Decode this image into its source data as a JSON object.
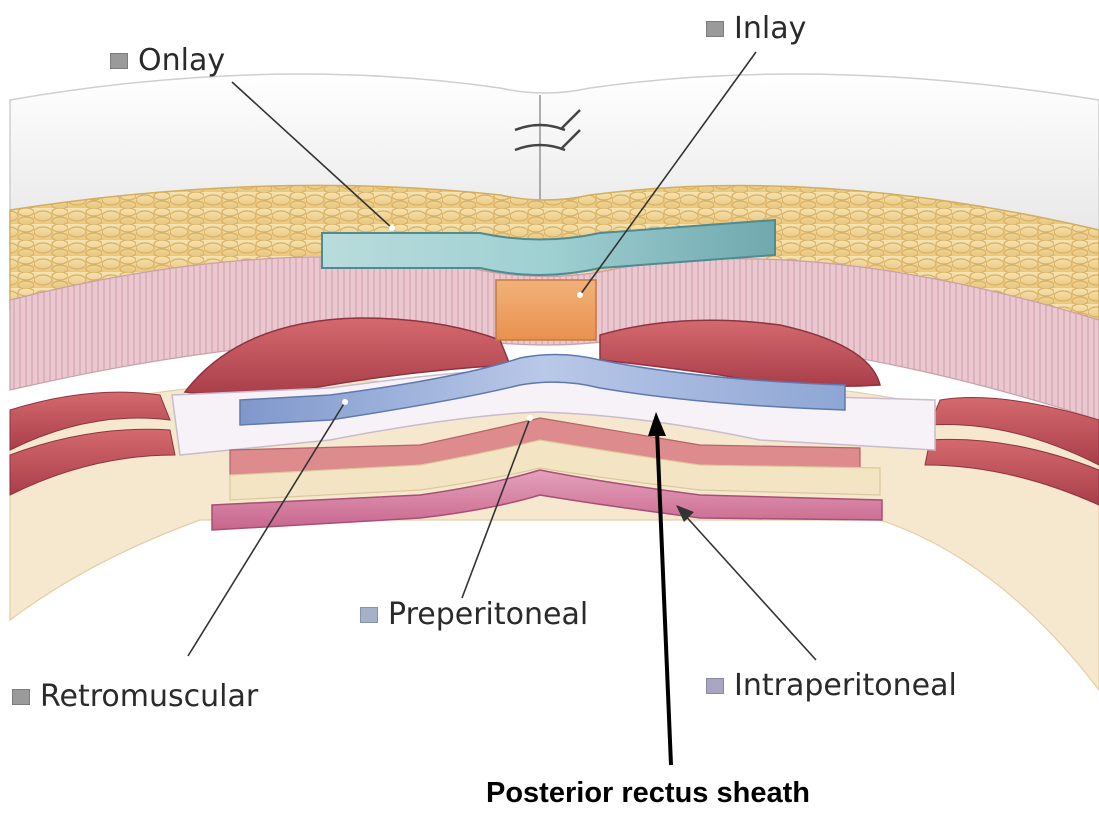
{
  "labels": {
    "onlay": "Onlay",
    "inlay": "Inlay",
    "preperitoneal": "Preperitoneal",
    "retromuscular": "Retromuscular",
    "intraperitoneal": "Intraperitoneal",
    "posterior_rectus_sheath": "Posterior rectus sheath"
  },
  "colors": {
    "skin": "#ececec",
    "fat": "#f0d79a",
    "muscle": "#c0505a",
    "fascia": "#ece2ea",
    "onlay_mesh": "#8fc0c4",
    "inlay_mesh": "#e9a068",
    "retromuscular_mesh": "#8ea6d4",
    "preperitoneal_layer": "#f3e5c4",
    "peritoneum": "#d889a8",
    "pointer": "#333333",
    "posterior_arrow": "#000000"
  }
}
